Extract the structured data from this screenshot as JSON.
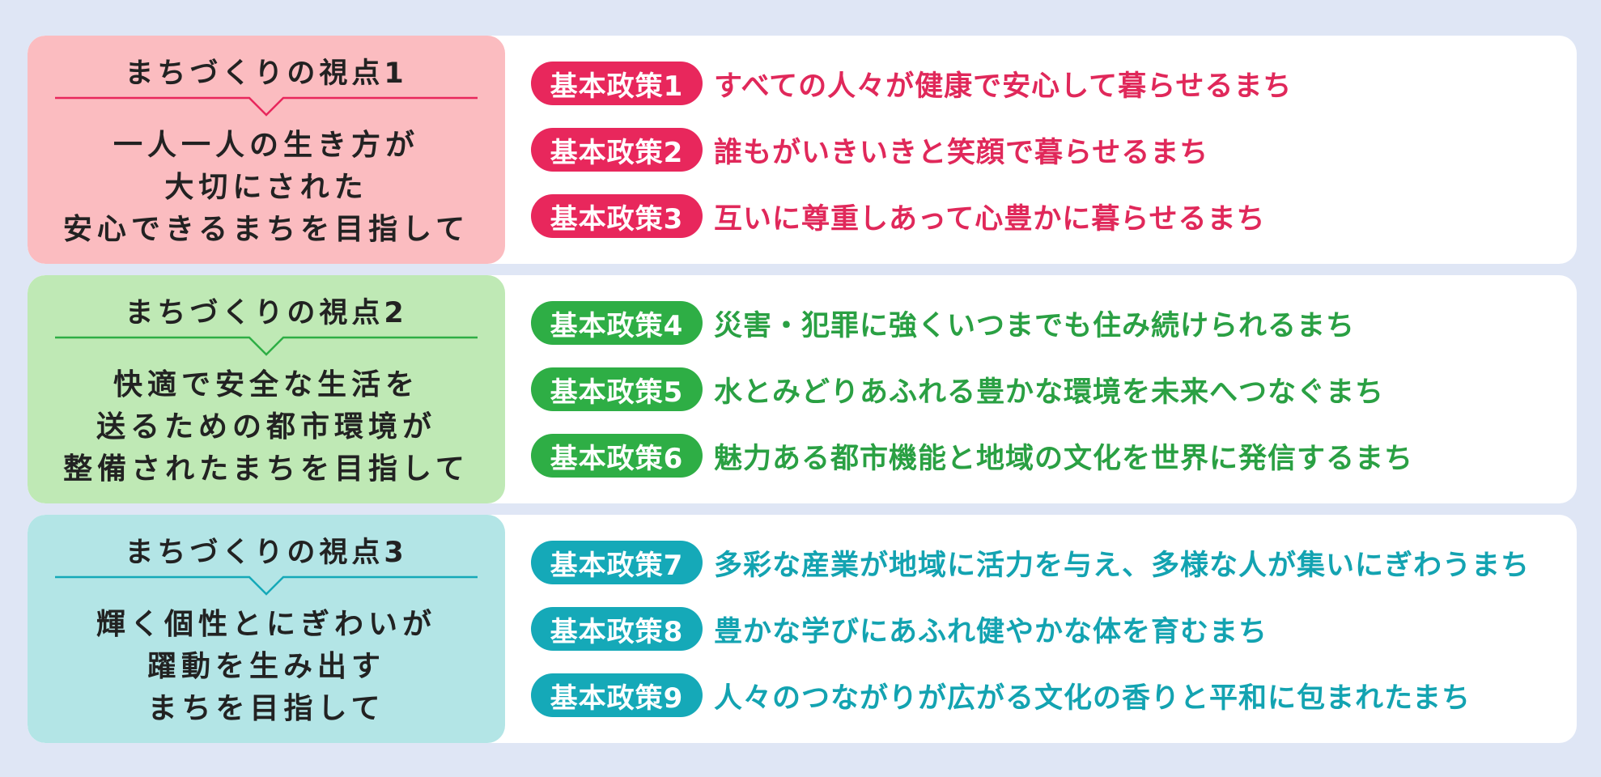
{
  "colors": {
    "row1_accent": "#e8275c",
    "row1_panel": "#fbbcc0",
    "row2_accent": "#2eae45",
    "row2_panel": "#bfe9b5",
    "row3_accent": "#15a9b8",
    "row3_panel": "#b3e5e6",
    "background": "#dfe6f5"
  },
  "rows": [
    {
      "view_title": "まちづくりの視点1",
      "view_lines": [
        "一人一人の生き方が",
        "大切にされた",
        "安心できるまちを目指して"
      ],
      "policies": [
        {
          "badge": "基本政策1",
          "text": "すべての人々が健康で安心して暮らせるまち"
        },
        {
          "badge": "基本政策2",
          "text": "誰もがいきいきと笑顔で暮らせるまち"
        },
        {
          "badge": "基本政策3",
          "text": "互いに尊重しあって心豊かに暮らせるまち"
        }
      ]
    },
    {
      "view_title": "まちづくりの視点2",
      "view_lines": [
        "快適で安全な生活を",
        "送るための都市環境が",
        "整備されたまちを目指して"
      ],
      "policies": [
        {
          "badge": "基本政策4",
          "text": "災害・犯罪に強くいつまでも住み続けられるまち"
        },
        {
          "badge": "基本政策5",
          "text": "水とみどりあふれる豊かな環境を未来へつなぐまち"
        },
        {
          "badge": "基本政策6",
          "text": "魅力ある都市機能と地域の文化を世界に発信するまち"
        }
      ]
    },
    {
      "view_title": "まちづくりの視点3",
      "view_lines": [
        "輝く個性とにぎわいが",
        "躍動を生み出す",
        "まちを目指して"
      ],
      "policies": [
        {
          "badge": "基本政策7",
          "text": "多彩な産業が地域に活力を与え、多様な人が集いにぎわうまち"
        },
        {
          "badge": "基本政策8",
          "text": "豊かな学びにあふれ健やかな体を育むまち"
        },
        {
          "badge": "基本政策9",
          "text": "人々のつながりが広がる文化の香りと平和に包まれたまち"
        }
      ]
    }
  ]
}
